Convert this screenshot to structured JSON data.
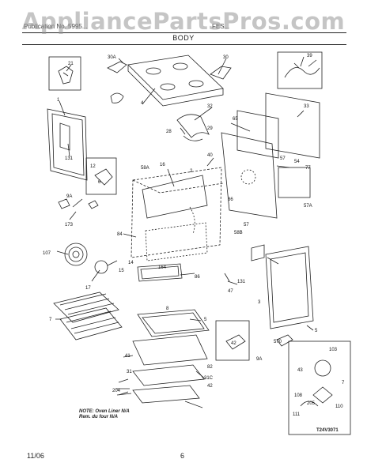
{
  "watermark": "AppliancePartsPros.com",
  "header": {
    "publication": "Publication No. 5995...",
    "model": "FES...",
    "section": "BODY"
  },
  "notes": {
    "en": "NOTE: Oven Liner N/A",
    "fr": "Rem. du four N/A"
  },
  "figure_code": "T24V3071",
  "footer": {
    "date": "11/06",
    "page": "6"
  },
  "callouts": {
    "c21": "21",
    "c30a": "30A",
    "c30": "30",
    "c39": "39",
    "c1": "1",
    "c4": "4",
    "c32": "32",
    "c33": "33",
    "c28": "28",
    "c65": "65",
    "c131": "131",
    "c12": "12",
    "c6": "6",
    "c16": "16",
    "c2": "2",
    "c40": "40",
    "c29": "29",
    "c58a": "58A",
    "c57": "57",
    "c54": "54",
    "c77": "77",
    "c9a": "9A",
    "c173": "173",
    "c86": "86",
    "c57a": "57A",
    "c84": "84",
    "c58b": "58B",
    "c107": "107",
    "c14": "14",
    "c15": "15",
    "c164": "164",
    "c17": "17",
    "c131b": "131",
    "c47": "47",
    "c3": "3",
    "c7": "7",
    "c8": "8",
    "c5": "5",
    "c41": "41",
    "c42": "42",
    "c570": "570",
    "c103": "103",
    "c82": "82",
    "c31": "31",
    "c31c": "31C",
    "c9ab": "9A",
    "c204": "204",
    "c205": "205",
    "c108": "108",
    "c43": "43",
    "c110": "110",
    "c111": "111",
    "c42b": "42",
    "c7b": "7"
  }
}
